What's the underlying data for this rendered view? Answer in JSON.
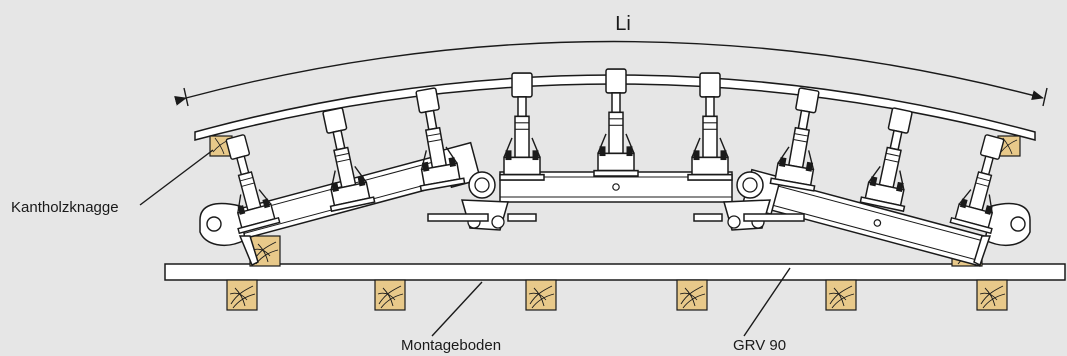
{
  "labels": {
    "span": "Li",
    "cleat": "Kantholzknagge",
    "floor": "Montageboden",
    "formwork": "GRV 90"
  },
  "colors": {
    "background": "#e6e6e6",
    "line": "#1a1a1a",
    "part_fill": "#ffffff",
    "wood": "#e8c98a"
  }
}
